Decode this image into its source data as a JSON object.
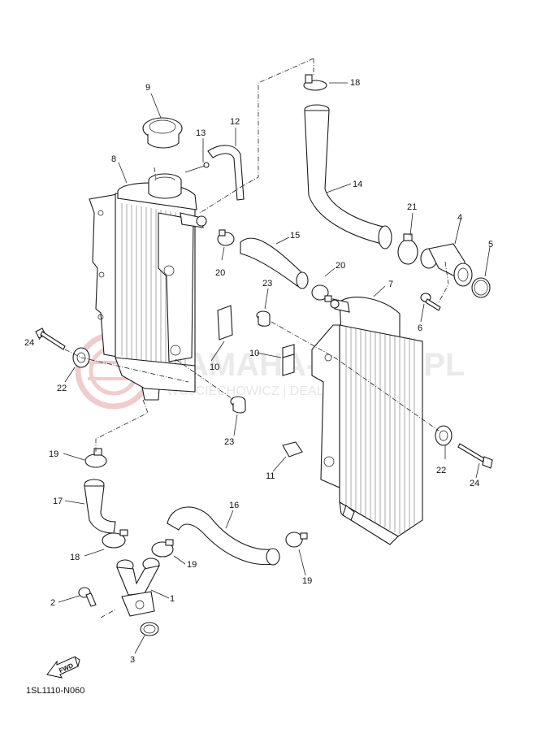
{
  "diagram": {
    "code": "1SL1110-N060",
    "fwd_label": "FWD",
    "watermark": {
      "brand": "YAMAHA-KLEIN.PL",
      "sub": "WOJCIECHOWICZ | DEALER YAMAHA"
    },
    "callouts": [
      {
        "id": "c9a",
        "label": "9"
      },
      {
        "id": "c8",
        "label": "8"
      },
      {
        "id": "c13",
        "label": "13"
      },
      {
        "id": "c12",
        "label": "12"
      },
      {
        "id": "c18a",
        "label": "18"
      },
      {
        "id": "c14",
        "label": "14"
      },
      {
        "id": "c21",
        "label": "21"
      },
      {
        "id": "c4",
        "label": "4"
      },
      {
        "id": "c5",
        "label": "5"
      },
      {
        "id": "c15",
        "label": "15"
      },
      {
        "id": "c20a",
        "label": "20"
      },
      {
        "id": "c20b",
        "label": "20"
      },
      {
        "id": "c23a",
        "label": "23"
      },
      {
        "id": "c7",
        "label": "7"
      },
      {
        "id": "c6",
        "label": "6"
      },
      {
        "id": "c24a",
        "label": "24"
      },
      {
        "id": "c22a",
        "label": "22"
      },
      {
        "id": "c10a",
        "label": "10"
      },
      {
        "id": "c10b",
        "label": "10"
      },
      {
        "id": "c23b",
        "label": "23"
      },
      {
        "id": "c22b",
        "label": "22"
      },
      {
        "id": "c24b",
        "label": "24"
      },
      {
        "id": "c11",
        "label": "11"
      },
      {
        "id": "c19a",
        "label": "19"
      },
      {
        "id": "c17",
        "label": "17"
      },
      {
        "id": "c16",
        "label": "16"
      },
      {
        "id": "c18b",
        "label": "18"
      },
      {
        "id": "c19b",
        "label": "19"
      },
      {
        "id": "c19c",
        "label": "19"
      },
      {
        "id": "c2",
        "label": "2"
      },
      {
        "id": "c1",
        "label": "1"
      },
      {
        "id": "c3",
        "label": "3"
      }
    ]
  }
}
